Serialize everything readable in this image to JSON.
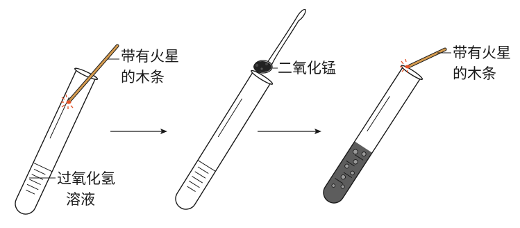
{
  "labels": {
    "splint_1_line1": "带有火星",
    "splint_1_line2": "的木条",
    "reagent_line1": "过氧化氢",
    "reagent_line2": "溶液",
    "catalyst": "二氧化锰",
    "splint_3_line1": "带有火星",
    "splint_3_line2": "的木条"
  },
  "icons": {
    "splint_glow": "glowing-splint-tip",
    "bubbles": "gas-bubbles"
  },
  "colors": {
    "ink": "#1a1a1a",
    "splint": "#d39a4f",
    "glow": "#e4542a",
    "liquid_dark": "#5d5d5d",
    "bubble": "#9a9a9a",
    "mno2": "#222222"
  }
}
